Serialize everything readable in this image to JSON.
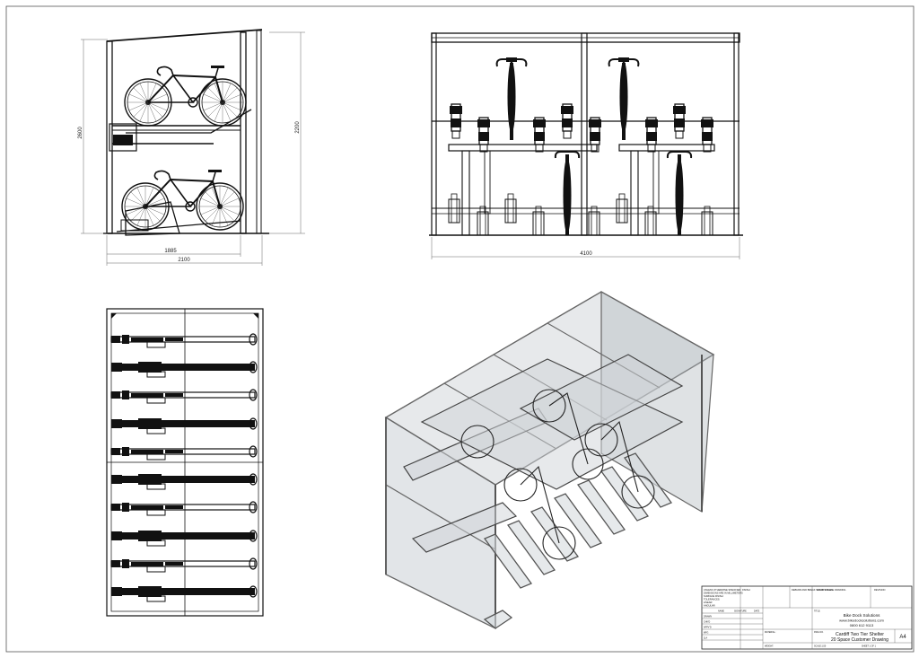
{
  "dimensions": {
    "side_height_left": "2600",
    "side_height_right": "2200",
    "side_depth_inner": "1885",
    "side_depth_outer": "2100",
    "front_width": "4100"
  },
  "title_block": {
    "company": "Bike Dock Solutions",
    "website": "www.bikedocksolutions.com",
    "phone": "0800 612 9113",
    "title_line1": "Cardiff Two Tier Shelter",
    "title_line2": "20 Space Customer Drawing",
    "size": "A4",
    "notes": [
      "UNLESS OTHERWISE SPECIFIED:",
      "DIMENSIONS ARE IN MILLIMETERS",
      "SURFACE FINISH:",
      "TOLERANCES:",
      "LINEAR:",
      "ANGULAR:"
    ],
    "hdr_finish": "FINISH:",
    "hdr_deburr": "DEBURR AND BREAK SHARP EDGES",
    "hdr_do_not_scale": "DO NOT SCALE DRAWING",
    "hdr_revision": "REVISION",
    "col_name": "NAME",
    "col_signature": "SIGNATURE",
    "col_date": "DATE",
    "row_labels": [
      "DRAWN",
      "CHK'D",
      "APPV'D",
      "MFG",
      "Q.A"
    ],
    "lbl_material": "MATERIAL:",
    "lbl_title": "TITLE:",
    "lbl_dwg_no": "DWG NO.",
    "lbl_weight": "WEIGHT:",
    "lbl_scale": "SCALE:1:50",
    "lbl_sheet": "SHEET 1 OF 1"
  }
}
